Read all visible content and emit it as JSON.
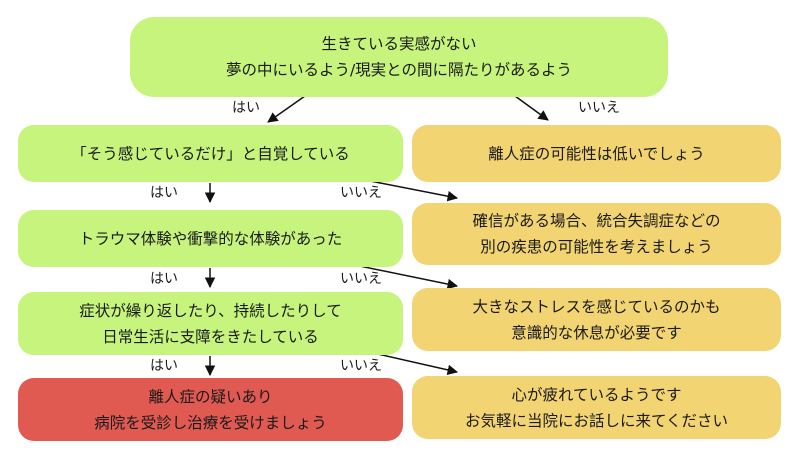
{
  "flowchart": {
    "start": {
      "line1": "生きている実感がない",
      "line2": "夢の中にいるよう/現実との間に隔たりがあるよう"
    },
    "start_yes": "はい",
    "start_no": "いいえ",
    "q1": "「そう感じているだけ」と自覚している",
    "q1_yes": "はい",
    "q1_no": "いいえ",
    "q2": "トラウマ体験や衝撃的な体験があった",
    "q2_yes": "はい",
    "q2_no": "いいえ",
    "q3": {
      "line1": "症状が繰り返したり、持続したりして",
      "line2": "日常生活に支障をきたしている"
    },
    "q3_yes": "はい",
    "q3_no": "いいえ",
    "result_low": "離人症の可能性は低いでしょう",
    "result_other": {
      "line1": "確信がある場合、統合失調症などの",
      "line2": "別の疾患の可能性を考えましょう"
    },
    "result_stress": {
      "line1": "大きなストレスを感じているのかも",
      "line2": "意識的な休息が必要です"
    },
    "result_suspect": {
      "line1": "離人症の疑いあり",
      "line2": "病院を受診し治療を受けましょう"
    },
    "result_tired": {
      "line1": "心が疲れているようです",
      "line2": "お気軽に当院にお話しに来てください"
    }
  },
  "colors": {
    "question": "#c6f47c",
    "result": "#f2d472",
    "alert": "#e05a52"
  }
}
